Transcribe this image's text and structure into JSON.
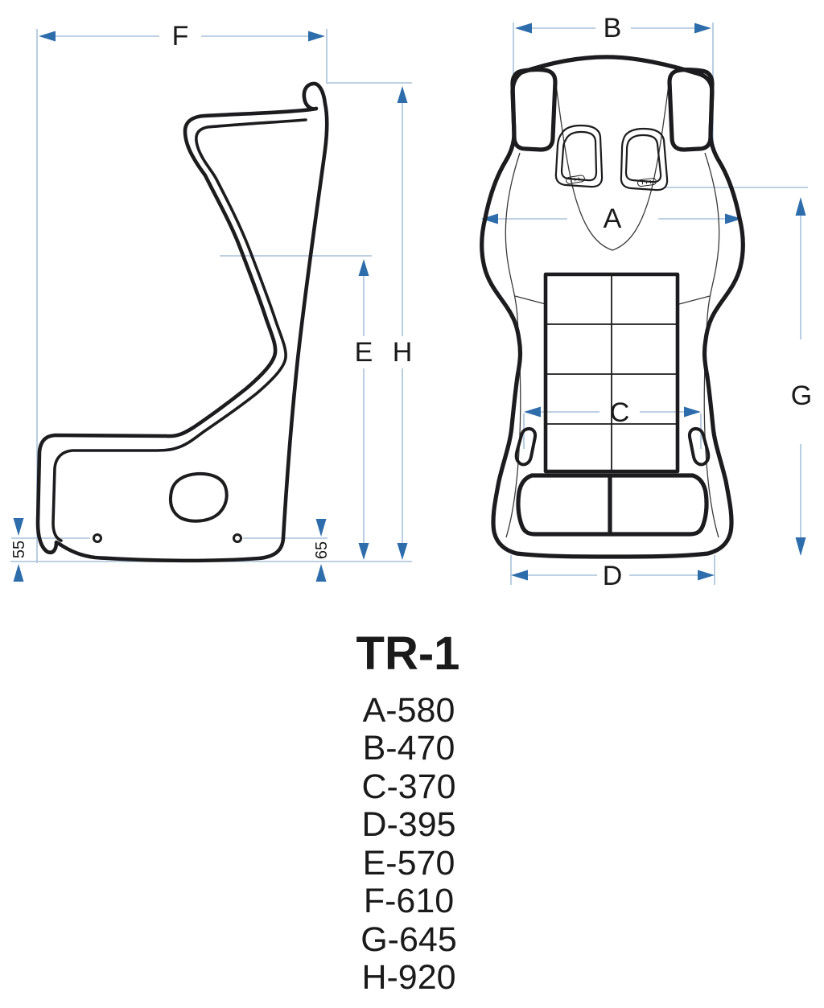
{
  "model": {
    "name": "TR-1"
  },
  "side_view": {
    "dim_top_width": "F",
    "dim_back_height": "E",
    "dim_total_height": "H",
    "offset_front": "55",
    "offset_rear": "65"
  },
  "front_view": {
    "dim_shoulder_width": "A",
    "dim_top_width": "B",
    "dim_inner_seat_width": "C",
    "dim_base_width": "D",
    "dim_height": "G"
  },
  "spec_list": [
    {
      "label": "A-580"
    },
    {
      "label": "B-470"
    },
    {
      "label": "C-370"
    },
    {
      "label": "D-395"
    },
    {
      "label": "E-570"
    },
    {
      "label": "F-610"
    },
    {
      "label": "G-645"
    },
    {
      "label": "H-920"
    }
  ],
  "colors": {
    "arrow": "#2e6dac",
    "dim_line": "#a9c2da",
    "outline": "#1c1c1e",
    "thin_line": "#3a3a3a"
  }
}
